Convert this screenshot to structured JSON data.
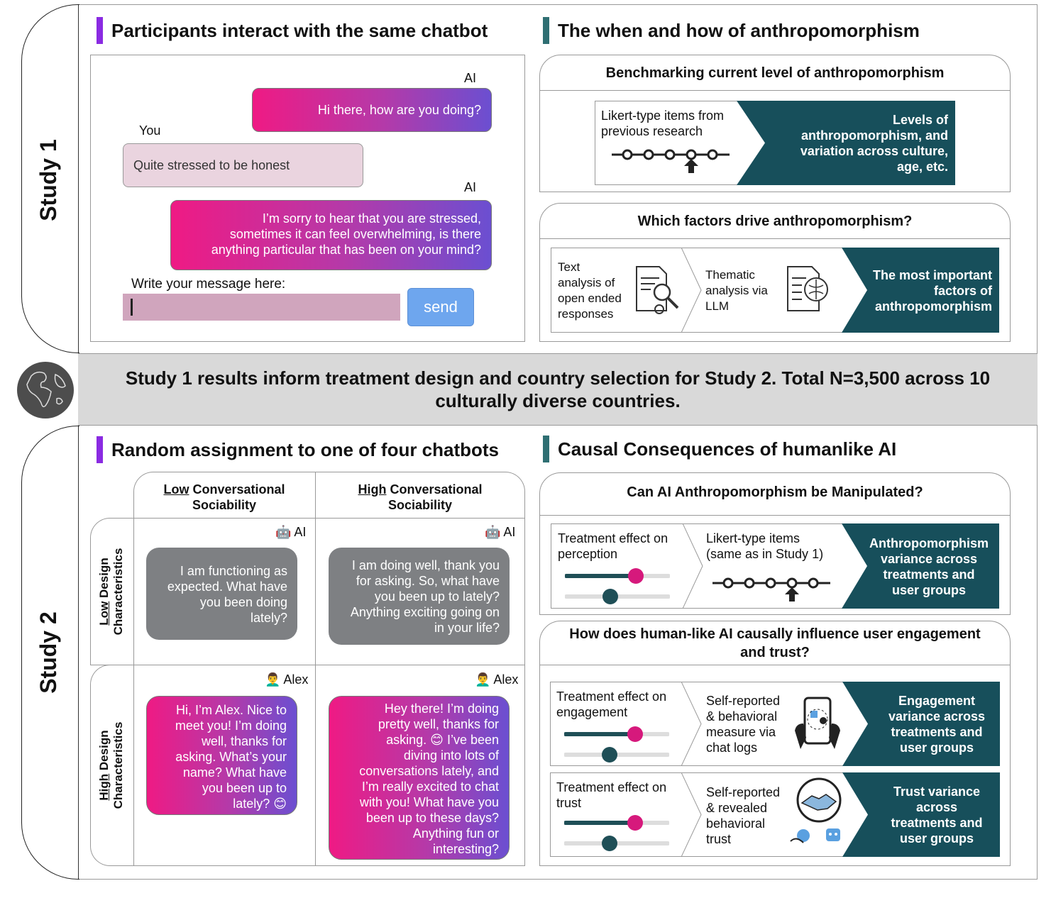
{
  "study1": {
    "label": "Study 1",
    "left_title": "Participants interact with the same chatbot",
    "chat": {
      "ai_label_1": "AI",
      "ai_msg_1": "Hi there, how are you doing?",
      "you_label": "You",
      "you_msg": "Quite stressed to be honest",
      "ai_label_2": "AI",
      "ai_msg_2_line1": "I’m sorry to hear that you are stressed,",
      "ai_msg_2_line2": "sometimes it can feel overwhelming, is there",
      "ai_msg_2_line3": "anything particular that has been on your mind?",
      "input_label": "Write your message here:",
      "send_label": "send"
    },
    "right_title": "The when and how of anthropomorphism",
    "bench": {
      "title": "Benchmarking current level of anthropomorphism",
      "items_line1": "Likert-type items from",
      "items_line2": "previous research",
      "result_line1": "Levels of",
      "result_line2": "anthropomorphism, and",
      "result_line3": "variation across culture,",
      "result_line4": "age, etc."
    },
    "factors": {
      "title": "Which factors drive anthropomorphism?",
      "step1_line1": "Text",
      "step1_line2": "analysis of",
      "step1_line3": "open ended",
      "step1_line4": "responses",
      "step2_line1": "Thematic",
      "step2_line2": "analysis via",
      "step2_line3": "LLM",
      "result_line1": "The most important",
      "result_line2": "factors of",
      "result_line3": "anthropomorphism"
    }
  },
  "band": {
    "line1": "Study 1 results inform treatment design and country selection for Study 2. Total N=3,500 across 10",
    "line2": "culturally diverse countries."
  },
  "study2": {
    "label": "Study 2",
    "left_title": "Random assignment to one of four chatbots",
    "col1_u": "Low",
    "col1_rest": " Conversational",
    "col1_line2": "Sociability",
    "col2_u": "High",
    "col2_rest": " Conversational",
    "col2_line2": "Sociability",
    "row1_u": "Low",
    "row1_rest": " Design",
    "row1_line2": "Characteristics",
    "row2_u": "High",
    "row2_rest": " Design",
    "row2_line2": "Characteristics",
    "ai_tag": "🤖 AI",
    "alex_tag": "👨‍🦱 Alex",
    "cell_ll": [
      "I am functioning as",
      "expected. What have",
      "you been doing",
      "lately?"
    ],
    "cell_lh": [
      "I am doing well, thank you",
      "for asking. So, what have",
      "you been up to lately?",
      "Anything exciting going on",
      "in your life?"
    ],
    "cell_hl": [
      "Hi, I’m Alex. Nice to",
      "meet you! I’m doing",
      "well, thanks for",
      "asking. What’s your",
      "name? What have",
      "you been up to",
      "lately? 😊"
    ],
    "cell_hh": [
      "Hey there! I’m doing",
      "pretty well, thanks for",
      "asking. 😊 I’ve been",
      "diving into lots of",
      "conversations lately, and",
      "I’m really excited to chat",
      "with you! What have you",
      "been up to these days?",
      "Anything fun or",
      "interesting?"
    ],
    "right_title": "Causal Consequences of humanlike AI",
    "manip": {
      "title": "Can AI Anthropomorphism be Manipulated?",
      "step1_line1": "Treatment effect on",
      "step1_line2": "perception",
      "step2_line1": "Likert-type items",
      "step2_line2": "(same as in Study 1)",
      "result_line1": "Anthropomorphism",
      "result_line2": "variance across",
      "result_line3": "treatments and",
      "result_line4": "user groups"
    },
    "engage": {
      "title_line1": "How does human-like AI causally influence user engagement",
      "title_line2": "and trust?",
      "e_step1_line1": "Treatment effect on",
      "e_step1_line2": "engagement",
      "e_step2_line1": "Self-reported",
      "e_step2_line2": "& behavioral",
      "e_step2_line3": "measure via",
      "e_step2_line4": "chat logs",
      "e_result_line1": "Engagement",
      "e_result_line2": "variance across",
      "e_result_line3": "treatments and",
      "e_result_line4": "user groups",
      "t_step1_line1": "Treatment effect on",
      "t_step1_line2": "trust",
      "t_step2_line1": "Self-reported",
      "t_step2_line2": "& revealed",
      "t_step2_line3": "behavioral",
      "t_step2_line4": "trust",
      "t_result_line1": "Trust variance",
      "t_result_line2": "across",
      "t_result_line3": "treatments and",
      "t_result_line4": "user groups"
    }
  },
  "icons": [
    "globe-icon",
    "likert-scale-icon",
    "document-search-icon",
    "document-brain-icon",
    "phone-hands-icon",
    "handshake-icon",
    "slider-icon",
    "robot-emoji",
    "person-emoji"
  ],
  "colors": {
    "accent_purple": "#8a2be2",
    "accent_teal": "#2f6f73",
    "dark_teal": "#174f5b",
    "send_blue": "#6ea6ee",
    "input_pink": "#d0a5bd",
    "band_grey": "#d9d9d9"
  }
}
